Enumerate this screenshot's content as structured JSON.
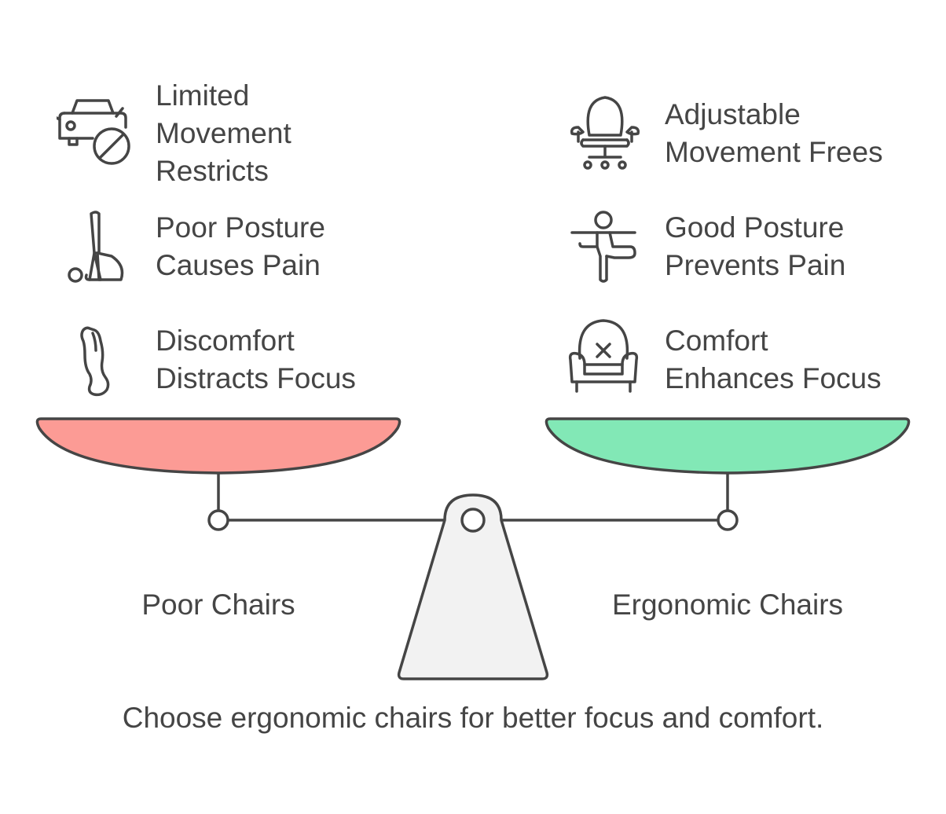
{
  "left_side": {
    "label": "Poor Chairs",
    "pan_color": "#fc9b95",
    "items": [
      {
        "icon": "restricted-car-icon",
        "lines": [
          "Limited",
          "Movement",
          "Restricts"
        ]
      },
      {
        "icon": "bent-posture-icon",
        "lines": [
          "Poor Posture",
          "Causes Pain"
        ]
      },
      {
        "icon": "twisted-body-icon",
        "lines": [
          "Discomfort",
          "Distracts Focus"
        ]
      }
    ]
  },
  "right_side": {
    "label": "Ergonomic Chairs",
    "pan_color": "#82e8b6",
    "items": [
      {
        "icon": "office-chair-icon",
        "lines": [
          "Adjustable",
          "Movement Frees"
        ]
      },
      {
        "icon": "balanced-posture-icon",
        "lines": [
          "Good Posture",
          "Prevents Pain"
        ]
      },
      {
        "icon": "armchair-icon",
        "lines": [
          "Comfort",
          "Enhances Focus"
        ]
      }
    ]
  },
  "conclusion": "Choose ergonomic chairs for better focus and comfort.",
  "colors": {
    "stroke": "#454545",
    "fulcrum_fill": "#f2f2f2",
    "text": "#454545"
  }
}
